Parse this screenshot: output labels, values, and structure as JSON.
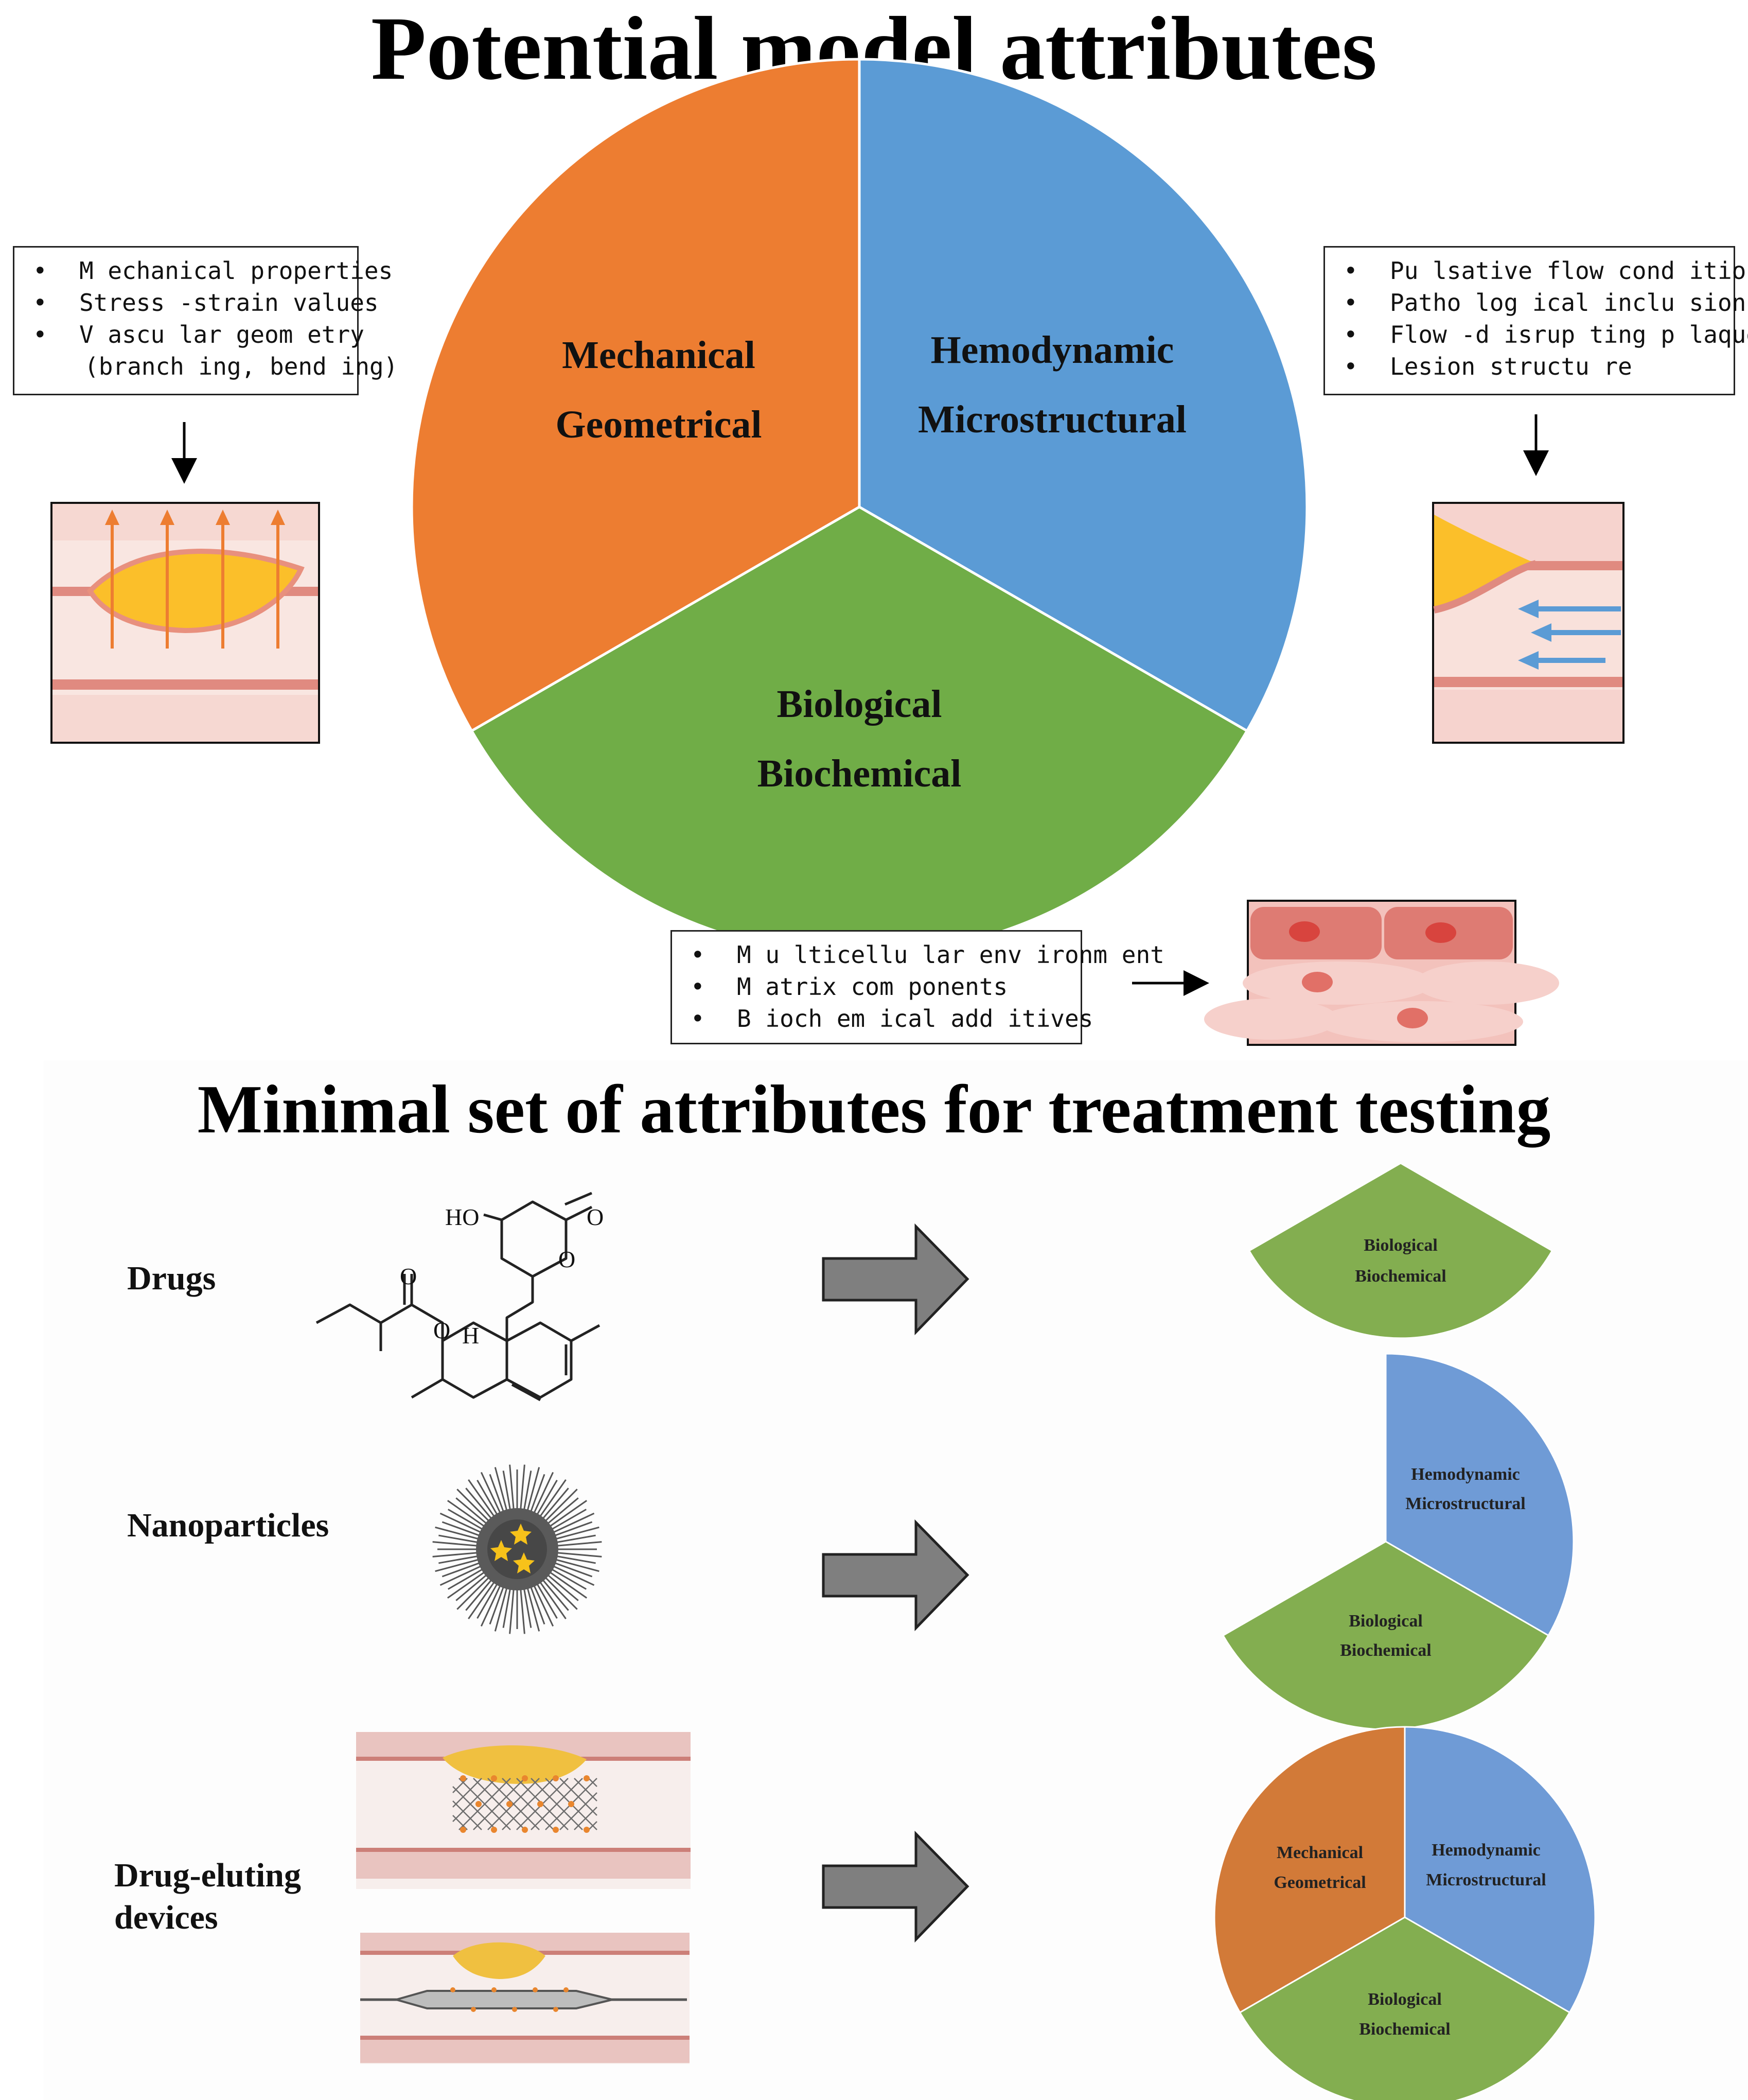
{
  "titles": {
    "top": "Potential model attributes",
    "bottom": "Minimal set of attributes for treatment testing"
  },
  "colors": {
    "mechanical": "#ED7D31",
    "hemodynamic": "#5B9BD5",
    "biological": "#70AD47",
    "mechanical_small": "#D27A38",
    "hemodynamic_small": "#6F9BD6",
    "biological_small": "#83AE50",
    "arrow_fill": "#7F7F7F",
    "vessel_wall": "#E08A80",
    "vessel_lumen": "#F9E0DA",
    "plaque": "#FBBF2A"
  },
  "main_pie": {
    "segments": [
      {
        "id": "mechanical",
        "line1": "Mechanical",
        "line2": "Geometrical"
      },
      {
        "id": "hemodynamic",
        "line1": "Hemodynamic",
        "line2": "Microstructural"
      },
      {
        "id": "biological",
        "line1": "Biological",
        "line2": "Biochemical"
      }
    ]
  },
  "boxes": {
    "mechanical": {
      "items": [
        "M echanical properties",
        "Stress -strain values",
        "V ascu lar geom etry"
      ],
      "continuation": "(branch ing, bend ing)"
    },
    "hemodynamic": {
      "items": [
        "Pu lsative flow  cond itions",
        "Patho log ical inclu sions",
        "Flow  -d isrup ting p laque",
        "Lesion  structu re"
      ]
    },
    "biological": {
      "items": [
        "M u lticellu lar env ironm  ent",
        "M  atrix com  ponents",
        "B ioch em  ical add itives"
      ]
    }
  },
  "rows": [
    {
      "id": "drugs",
      "label": "Drugs"
    },
    {
      "id": "nanoparticles",
      "label": "Nanoparticles"
    },
    {
      "id": "devices",
      "label_line1": "Drug-eluting",
      "label_line2": "devices"
    }
  ],
  "molecule": {
    "atoms": [
      "HO",
      "O",
      "O",
      "O",
      "O",
      "H"
    ]
  },
  "small_pies": {
    "drugs": {
      "biological": [
        "Biological",
        "Biochemical"
      ]
    },
    "nanoparticles": {
      "hemodynamic": [
        "Hemodynamic",
        "Microstructural"
      ],
      "biological": [
        "Biological",
        "Biochemical"
      ]
    },
    "devices": {
      "mechanical": [
        "Mechanical",
        "Geometrical"
      ],
      "hemodynamic": [
        "Hemodynamic",
        "Microstructural"
      ],
      "biological": [
        "Biological",
        "Biochemical"
      ]
    }
  }
}
